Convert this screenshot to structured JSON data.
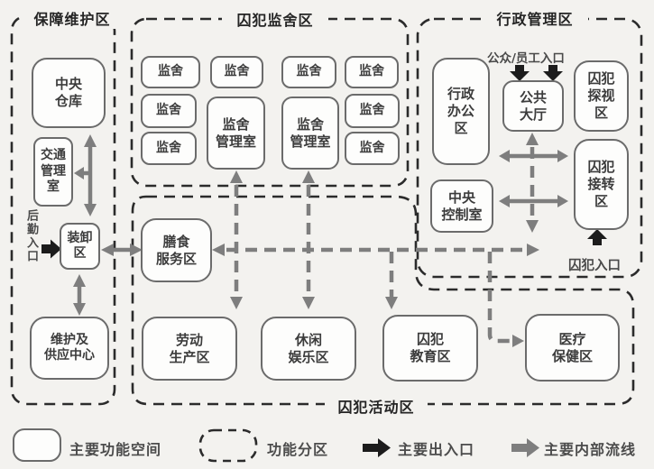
{
  "zones": {
    "support": {
      "label": "保障维护区"
    },
    "cells": {
      "label": "囚犯监舍区"
    },
    "admin": {
      "label": "行政管理区"
    },
    "activity": {
      "label": "囚犯活动区"
    }
  },
  "boxes": {
    "central_warehouse": {
      "label": "中央\n仓库"
    },
    "traffic_mgmt": {
      "label": "交通\n管理\n室"
    },
    "loading": {
      "label": "装卸\n区"
    },
    "maintenance_supply": {
      "label": "维护及\n供应中心"
    },
    "cell": {
      "label": "监舍"
    },
    "cell_mgmt": {
      "label": "监舍\n管理室"
    },
    "admin_office": {
      "label": "行政\n办公\n区"
    },
    "public_hall": {
      "label": "公共\n大厅"
    },
    "visiting": {
      "label": "囚犯\n探视\n区"
    },
    "transfer": {
      "label": "囚犯\n接转\n区"
    },
    "central_control": {
      "label": "中央\n控制室"
    },
    "food_service": {
      "label": "膳食\n服务区"
    },
    "labor": {
      "label": "劳动\n生产区"
    },
    "leisure": {
      "label": "休闲\n娱乐区"
    },
    "education": {
      "label": "囚犯\n教育区"
    },
    "medical": {
      "label": "医疗\n保健区"
    }
  },
  "entrances": {
    "logistics": {
      "label": "后勤入口"
    },
    "public_staff": {
      "label": "公众/员工入口"
    },
    "prisoner": {
      "label": "囚犯入口"
    }
  },
  "legend": {
    "items": [
      {
        "icon": "rounded-rect-icon",
        "label": "主要功能空间"
      },
      {
        "icon": "dashed-rect-icon",
        "label": "功能分区"
      },
      {
        "icon": "black-arrow-icon",
        "label": "主要出入口"
      },
      {
        "icon": "gray-arrow-icon",
        "label": "主要内部流线"
      }
    ]
  },
  "colors": {
    "zone_border": "#2b2b2b",
    "box_border": "#6b6b6b",
    "flow_line": "#7e7e7e",
    "entrance_arrow": "#1c1c1c",
    "background": "#f3f2ef"
  }
}
